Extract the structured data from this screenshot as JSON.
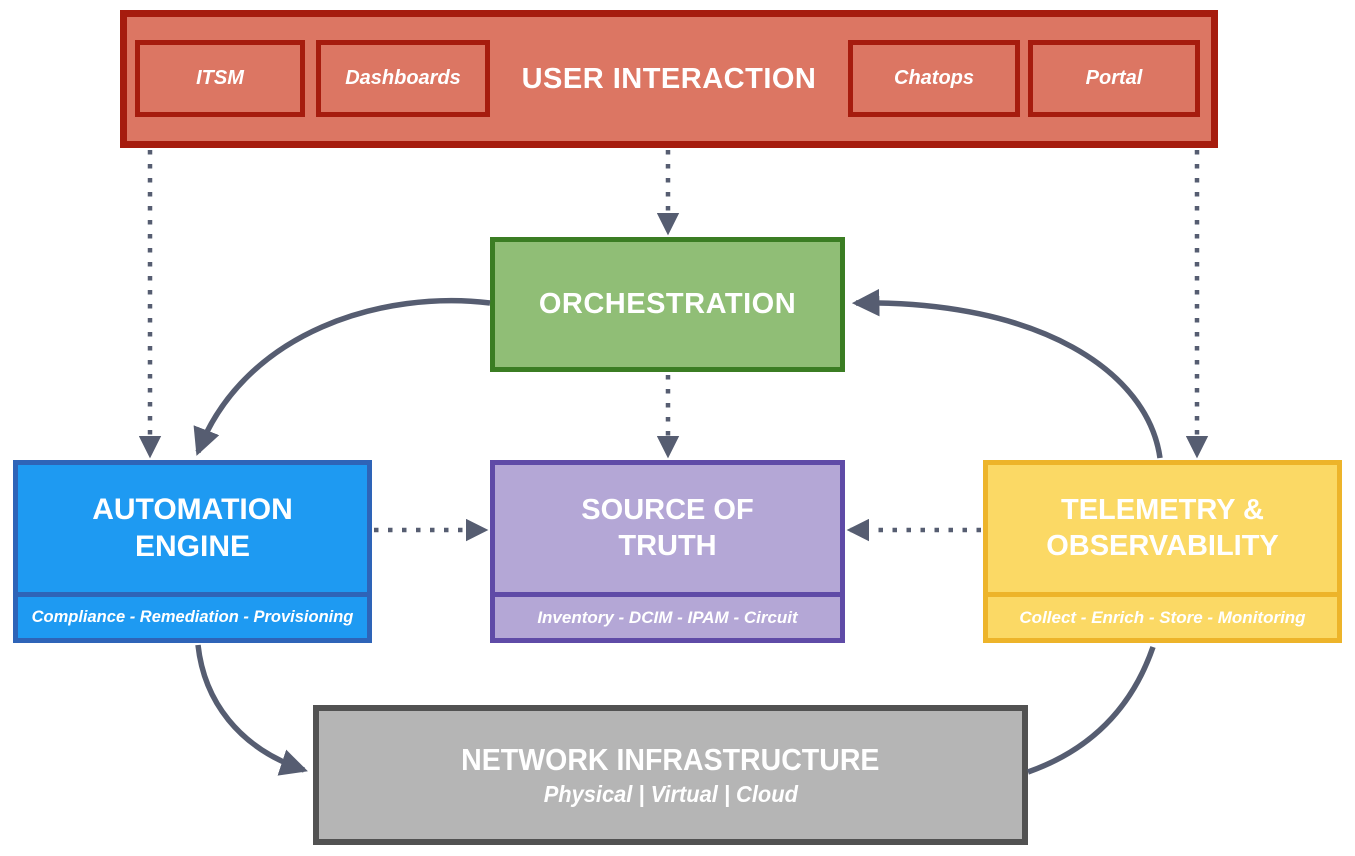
{
  "diagram": {
    "user_interaction": {
      "title": "USER INTERACTION",
      "items": [
        {
          "label": "ITSM"
        },
        {
          "label": "Dashboards"
        },
        {
          "label": "Chatops"
        },
        {
          "label": "Portal"
        }
      ]
    },
    "orchestration": {
      "title": "ORCHESTRATION"
    },
    "automation_engine": {
      "title": "AUTOMATION ENGINE",
      "subtitle": "Compliance - Remediation - Provisioning"
    },
    "source_of_truth": {
      "title": "SOURCE OF TRUTH",
      "subtitle": "Inventory - DCIM - IPAM - Circuit"
    },
    "telemetry_observability": {
      "title": "TELEMETRY & OBSERVABILITY",
      "subtitle": "Collect - Enrich - Store - Monitoring"
    },
    "network_infrastructure": {
      "title": "NETWORK INFRASTRUCTURE",
      "subtitle": "Physical | Virtual | Cloud"
    }
  },
  "colors": {
    "user_fill": "#DC7663",
    "user_border": "#A61C0E",
    "orchestration_fill": "#90BE76",
    "orchestration_border": "#3B7D23",
    "automation_fill": "#1E9AF2",
    "automation_border": "#2E64B8",
    "source_fill": "#B4A7D6",
    "source_border": "#5F4BA7",
    "telemetry_fill": "#FBD965",
    "telemetry_border": "#EDB42A",
    "network_fill": "#B5B5B5",
    "network_border": "#525252",
    "arrow": "#565D71"
  }
}
